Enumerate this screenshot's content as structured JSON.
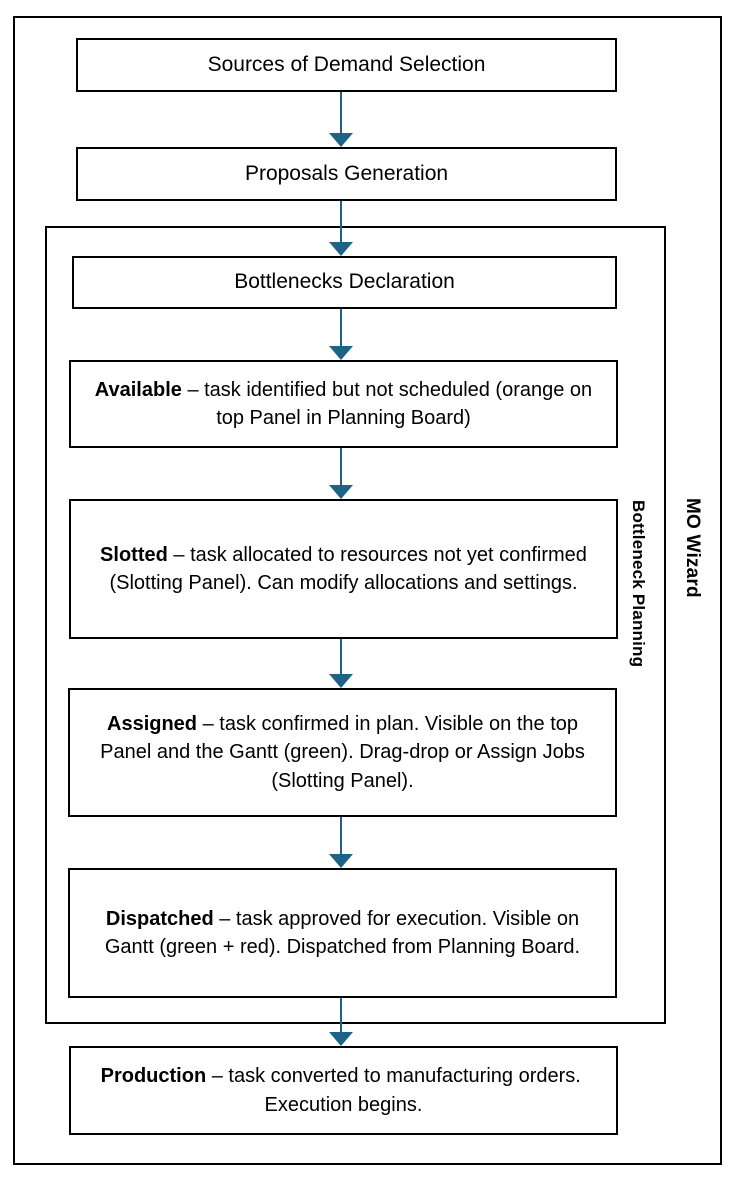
{
  "diagram": {
    "title": "MO Wizard process flow",
    "colors": {
      "connector": "#1F6287",
      "border": "#000000",
      "text": "#000000",
      "background": "#FFFFFF"
    },
    "lanes": [
      {
        "id": "mo-wizard",
        "label": "MO Wizard"
      },
      {
        "id": "bottleneck-planning",
        "label": "Bottleneck Planning"
      }
    ],
    "nodes": [
      {
        "id": "sources",
        "label": "Sources of Demand Selection",
        "emphasis": "",
        "rest": ""
      },
      {
        "id": "proposals",
        "label": "Proposals Generation",
        "emphasis": "",
        "rest": ""
      },
      {
        "id": "bottlenecks",
        "label": "Bottlenecks Declaration",
        "emphasis": "",
        "rest": ""
      },
      {
        "id": "available",
        "emphasis": "Available",
        "rest": " – task identified but not scheduled (orange on top Panel in Planning Board)"
      },
      {
        "id": "slotted",
        "emphasis": "Slotted",
        "rest": " – task allocated to resources not yet confirmed (Slotting Panel). Can modify allocations and settings."
      },
      {
        "id": "assigned",
        "emphasis": "Assigned",
        "rest": " – task confirmed in plan. Visible on the top Panel and the Gantt (green). Drag-drop or Assign Jobs (Slotting Panel)."
      },
      {
        "id": "dispatched",
        "emphasis": "Dispatched",
        "rest": " – task approved for execution. Visible on Gantt (green + red). Dispatched from Planning Board."
      },
      {
        "id": "production",
        "emphasis": "Production",
        "rest": " – task converted to manufacturing orders.  Execution begins."
      }
    ],
    "edges": [
      {
        "from": "sources",
        "to": "proposals"
      },
      {
        "from": "proposals",
        "to": "bottlenecks"
      },
      {
        "from": "bottlenecks",
        "to": "available"
      },
      {
        "from": "available",
        "to": "slotted"
      },
      {
        "from": "slotted",
        "to": "assigned"
      },
      {
        "from": "assigned",
        "to": "dispatched"
      },
      {
        "from": "dispatched",
        "to": "production"
      }
    ]
  }
}
